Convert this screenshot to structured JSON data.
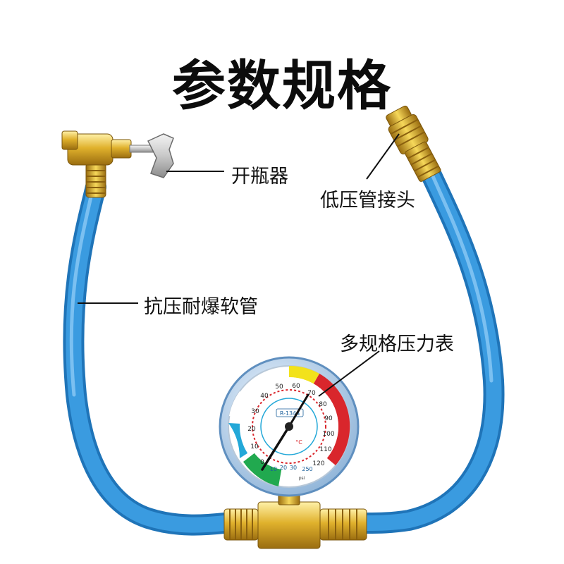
{
  "title": "参数规格",
  "labels": {
    "opener": "开瓶器",
    "low_pressure_connector": "低压管接头",
    "hose": "抗压耐爆软管",
    "gauge": "多规格压力表"
  },
  "gauge_face": {
    "refrigerant": "R-134a",
    "unit_temp": "°C",
    "unit_pressure": "psi",
    "scale_outer": [
      "0",
      "10",
      "20",
      "30",
      "40",
      "50",
      "60",
      "70",
      "80",
      "90",
      "100",
      "110",
      "120"
    ],
    "scale_low": [
      "10",
      "20",
      "30",
      "250"
    ]
  },
  "colors": {
    "hose": "#2f8fd6",
    "brass": "#e0b12c",
    "gauge_red": "#d9262c",
    "gauge_yellow": "#f2e21b",
    "gauge_cyan": "#23a8d8",
    "gauge_green": "#21a94f"
  }
}
